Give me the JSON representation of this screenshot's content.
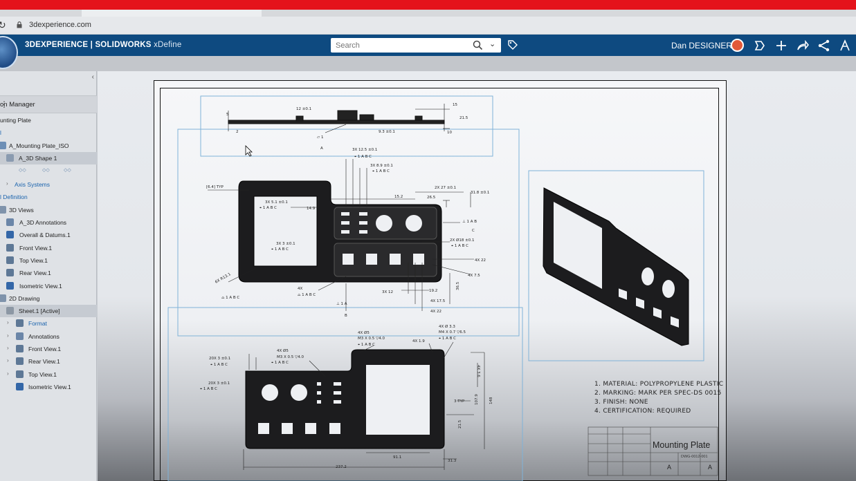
{
  "browser": {
    "url": "3dexperience.com"
  },
  "app": {
    "brand_bold": "3DEXPERIENCE | SOLIDWORKS",
    "brand_light": "xDefine",
    "search_placeholder": "Search",
    "user_name": "Dan DESIGNER",
    "icons": [
      "tag-icon",
      "share-bubble-icon",
      "plus-icon",
      "share-arrow-icon",
      "network-icon",
      "compass-tools-icon"
    ],
    "accent": "#0e4a80"
  },
  "sidebar": {
    "header": "on Manager",
    "items": [
      {
        "label": "unting Plate"
      },
      {
        "label": "l"
      },
      {
        "label": "A_Mounting Plate_ISO"
      },
      {
        "label": "A_3D Shape 1"
      },
      {
        "label": "Axis Systems"
      },
      {
        "label": "l Definition"
      },
      {
        "label": "3D Views"
      },
      {
        "label": "A_3D Annotations"
      },
      {
        "label": "Overall & Datums.1"
      },
      {
        "label": "Front View.1"
      },
      {
        "label": "Top View.1"
      },
      {
        "label": "Rear View.1"
      },
      {
        "label": "Isometric View.1"
      },
      {
        "label": "2D Drawing"
      },
      {
        "label": "Sheet.1 [Active]"
      },
      {
        "label": "Format"
      },
      {
        "label": "Annotations"
      },
      {
        "label": "Front View.1"
      },
      {
        "label": "Rear View.1"
      },
      {
        "label": "Top View.1"
      },
      {
        "label": "Isometric View.1"
      }
    ]
  },
  "drawing": {
    "dims": {
      "d5": "5",
      "d12": "12 ±0.1",
      "d15": "15",
      "d21_5": "21.5",
      "d2": "2",
      "d9_3": "9.3 ±0.1",
      "d10": "10",
      "flat": "▱ 1",
      "datumA": "A",
      "x3_12_5": "3X 12.5 ±0.1",
      "fcf1": "⌖ 1 A B C",
      "x3_8_9": "3X 8.9 ±0.1",
      "fcf2": "⌖ 1 A B C",
      "r641": "[6.4] TYP",
      "x2_27": "2X 27 ±0.1",
      "d31_8": "31.8 ±0.1",
      "d15_2": "15.2",
      "d26_5": "26.5",
      "x3_5_1": "3X 5.1 ±0.1",
      "fcf3": "⌖ 1 A B C",
      "d14_9": "14.9",
      "perp": "⊥ 1 A B",
      "datumC": "C",
      "x2_18": "2X Ø18 ±0.1",
      "fcf4": "⌖ 1 A B C",
      "x3_3": "3X 3 ±0.1",
      "fcf5": "⌖ 1 A B C",
      "x4_22": "4X 22",
      "x4_7_5": "4X 7.5",
      "x6_r": "6X R13.1",
      "prof1": "⌓ 1 A B C",
      "x4": "4X",
      "prof2": "⌓ 1 A B C",
      "x3_12": "3X 12",
      "d19_2": "19.2",
      "d36_5": "36.5",
      "x4_17_5": "4X 17.5",
      "x4_22b": "4X 22",
      "perp2": "⊥ 1 A",
      "datumB": "B",
      "x4_25a": "4X Ø5",
      "m3a": "M3 X 0.5 ▽4.0",
      "fcf6": "⌖ 1 A B C",
      "x4_3_3": "4X Ø 3.3",
      "m4": "M4 X 0.7 ▽6.5",
      "fcf7": "⌖ 1 A B C",
      "x4_1_9": "4X 1.9",
      "x20_x3a": "20X 3 ±0.1",
      "fcf8": "⌖ 1 A B C",
      "x4_25b": "4X Ø5",
      "m3b": "M3 X 0.5 ▽4.0",
      "fcf9": "⌖ 1 A B C",
      "x20_x3b": "20X 3 ±0.1",
      "fcf10": "⌖ 1 A B C",
      "x4_3_6": "4X 3.6",
      "d3typ": "3 TYP",
      "d107_9": "107.9",
      "d148": "148",
      "d91_1": "91.1",
      "d21_5b": "21.5",
      "d31_3": "31.3",
      "d237": "237.2"
    },
    "notes": [
      "1. MATERIAL: POLYPROPYLENE PLASTIC",
      "2. MARKING: MARK PER SPEC-DS 0015",
      "3. FINISH: NONE",
      "4. CERTIFICATION: REQUIRED"
    ],
    "title_block": {
      "name": "Mounting Plate",
      "number": "DWG-0012-001",
      "rev": "A",
      "size": "A"
    }
  }
}
